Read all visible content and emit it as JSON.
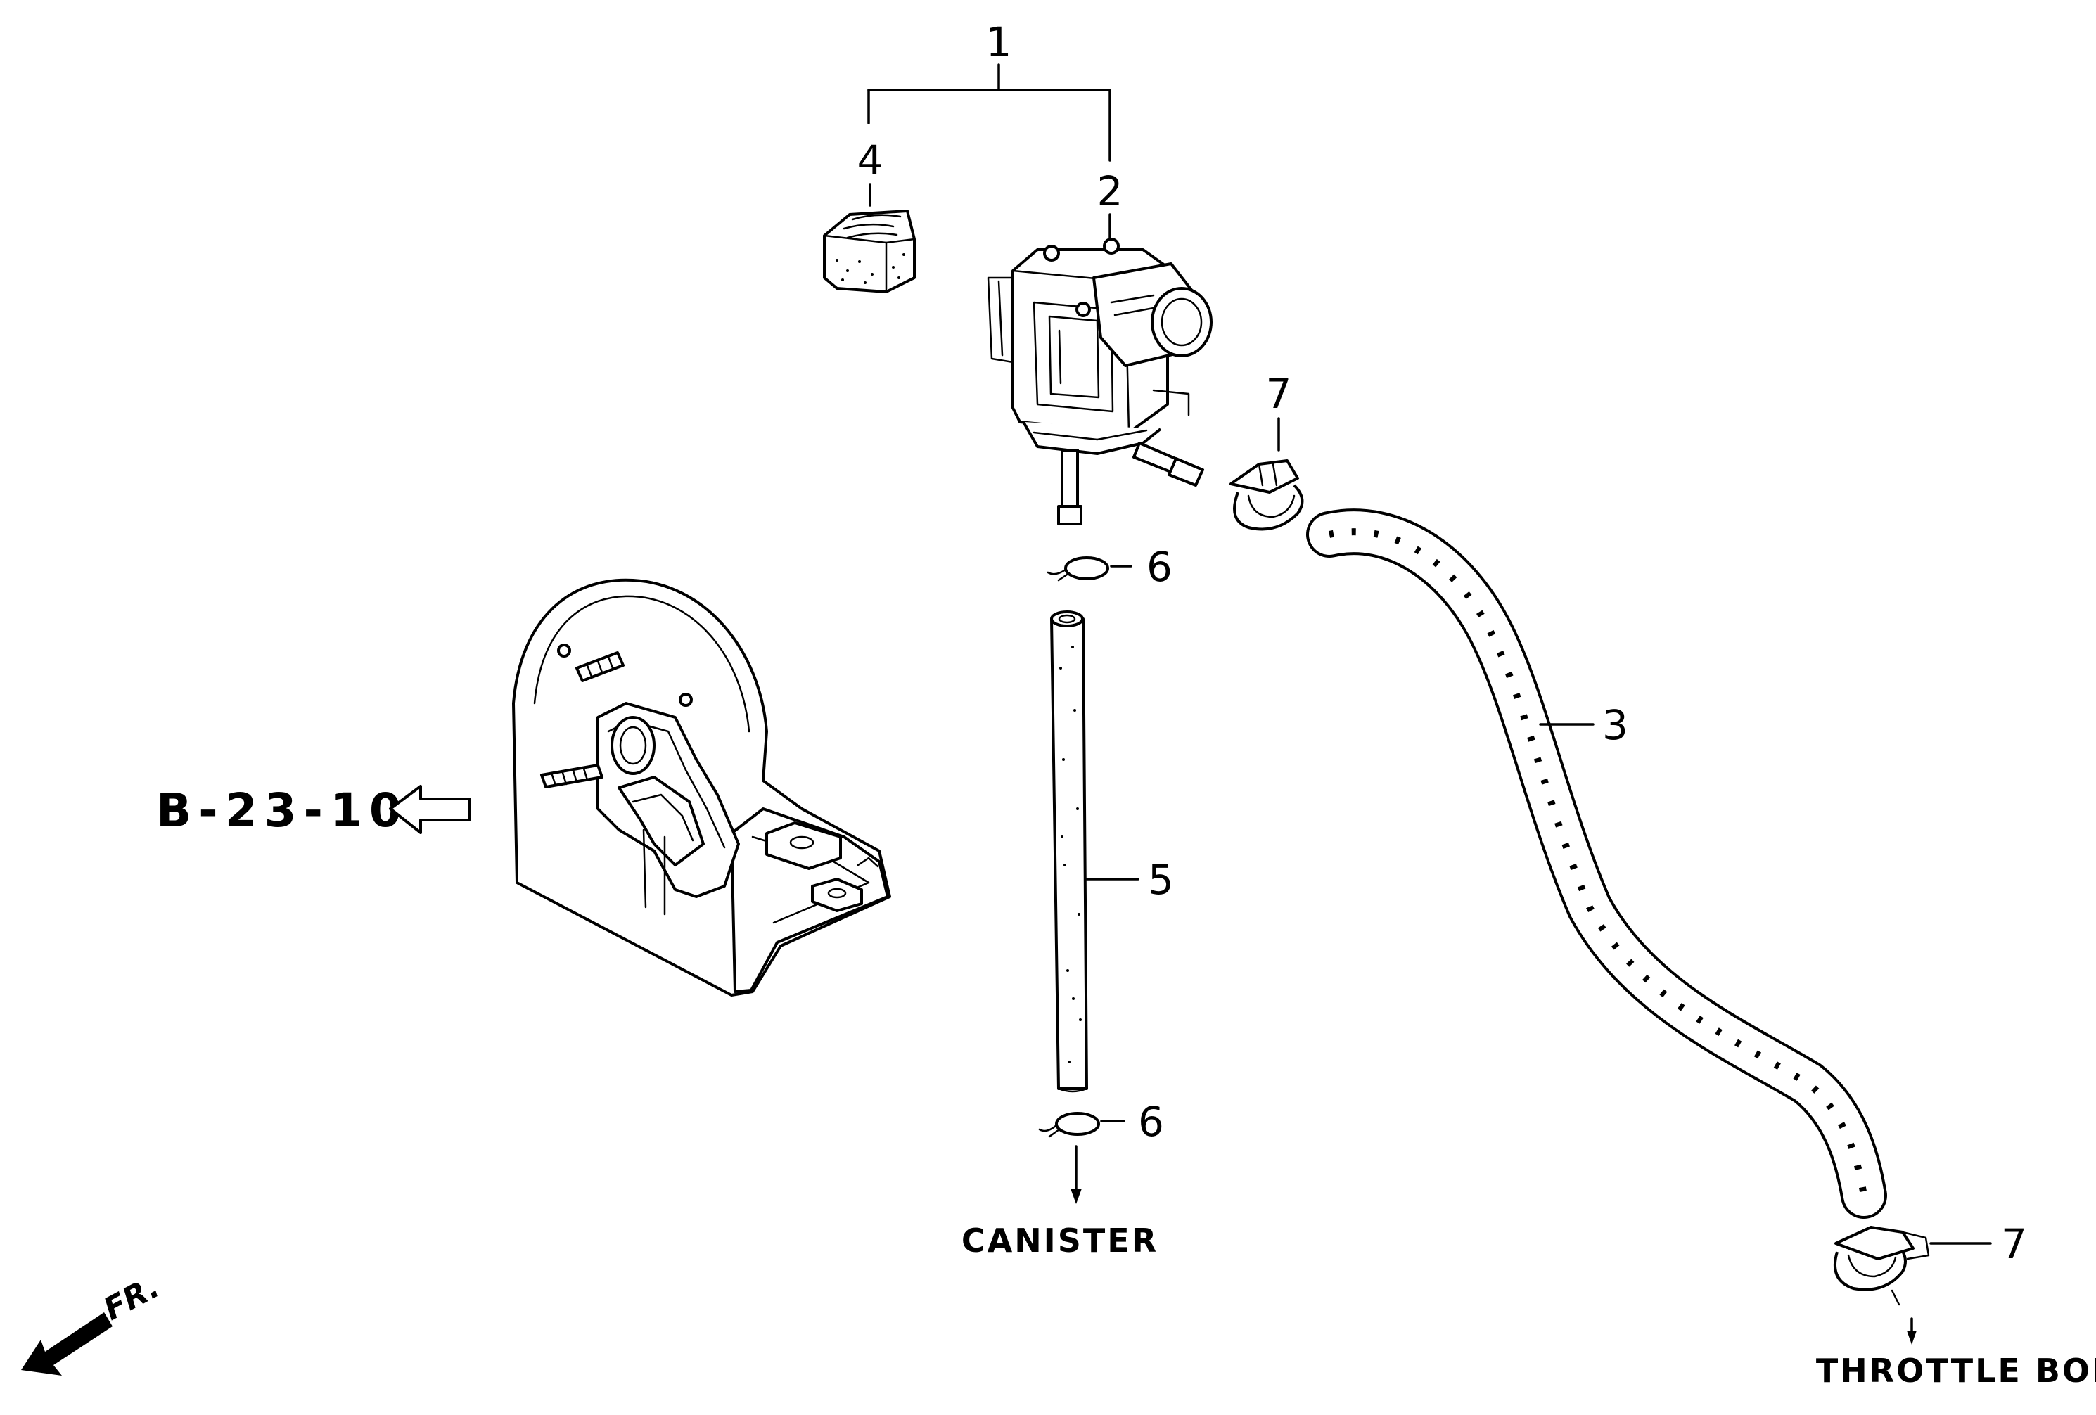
{
  "callouts": {
    "c1": "1",
    "c2": "2",
    "c3": "3",
    "c4": "4",
    "c5": "5",
    "c6_top": "6",
    "c6_bottom": "6",
    "c7_top": "7",
    "c7_right": "7"
  },
  "labels": {
    "canister": "CANISTER",
    "throttle_body": "THROTTLE BODY",
    "reference": "B-23-10",
    "front": "FR."
  }
}
